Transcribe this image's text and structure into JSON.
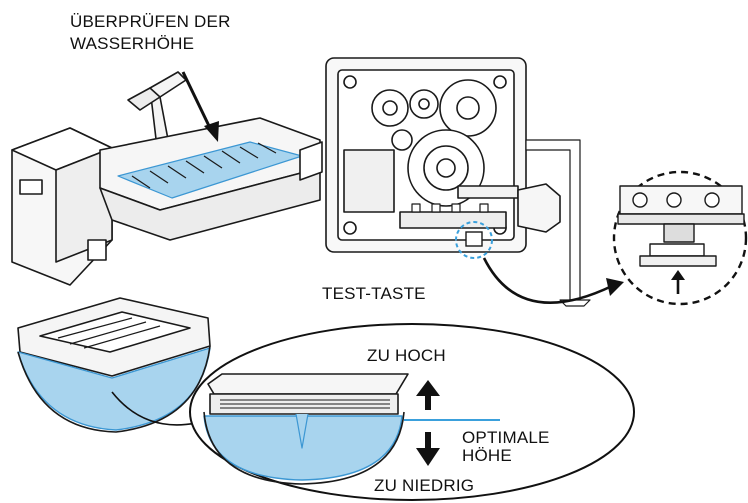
{
  "labels": {
    "check_line1": "ÜBERPRÜFEN DER",
    "check_line2": "WASSERHÖHE",
    "test_button": "TEST-TASTE",
    "too_high": "ZU HOCH",
    "optimal_line1": "OPTIMALE",
    "optimal_line2": "HÖHE",
    "too_low": "ZU NIEDRIG"
  },
  "colors": {
    "water": "#a8d4ee",
    "water_edge": "#3c97d3",
    "line": "#1a1a1a",
    "marker": "#3aa0dc"
  }
}
